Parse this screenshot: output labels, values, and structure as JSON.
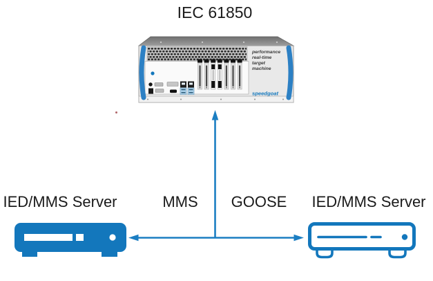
{
  "diagram": {
    "title": "IEC 61850",
    "machine": {
      "label_lines": [
        "performance",
        "real-time",
        "target",
        "machine"
      ],
      "brand": "speedgoat"
    },
    "left_server": {
      "label": "IED/MMS Server"
    },
    "right_server": {
      "label": "IED/MMS Server"
    },
    "links": {
      "mms": "MMS",
      "goose": "GOOSE"
    },
    "colors": {
      "arrow": "#1B7EC2",
      "icon_blue": "#1377BC",
      "handle_blue": "#2C80C4",
      "machine_text": "#3A3A3A"
    }
  }
}
